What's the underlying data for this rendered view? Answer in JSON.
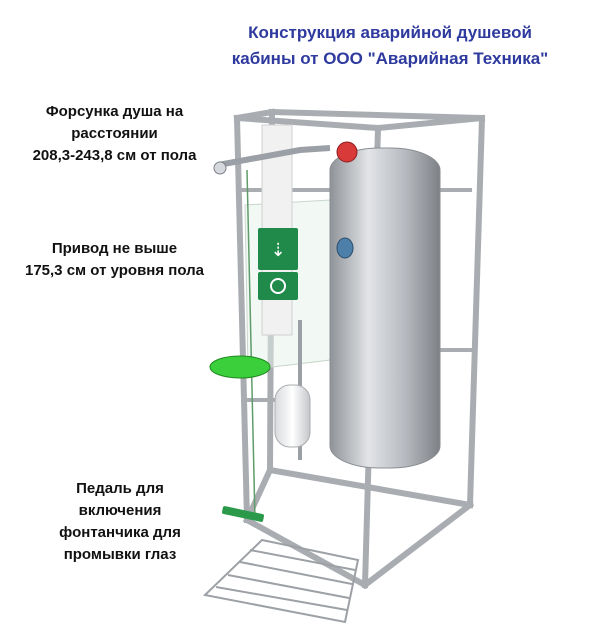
{
  "title": {
    "line1": "Конструкция аварийной душевой",
    "line2": "кабины от ООО \"Аварийная Техника\""
  },
  "labels": {
    "nozzle": {
      "line1": "Форсунка душа на",
      "line2": "расстоянии",
      "line3": "208,3-243,8 см от пола"
    },
    "actuator": {
      "line1": "Привод не выше",
      "line2": "175,3 см от уровня пола"
    },
    "pedal": {
      "line1": "Педаль для",
      "line2": "включения",
      "line3": "фонтанчика для",
      "line4": "промывки глаз"
    }
  },
  "colors": {
    "title": "#2e3a9e",
    "text": "#111111",
    "frame": "#a9adb2",
    "tank": "#b9bdc2",
    "eyewash_bowl": "#3ccf3c",
    "safety_sign": "#1f8a4a",
    "emergency_button": "#d83a3a",
    "pedal": "#2a9a4a"
  }
}
